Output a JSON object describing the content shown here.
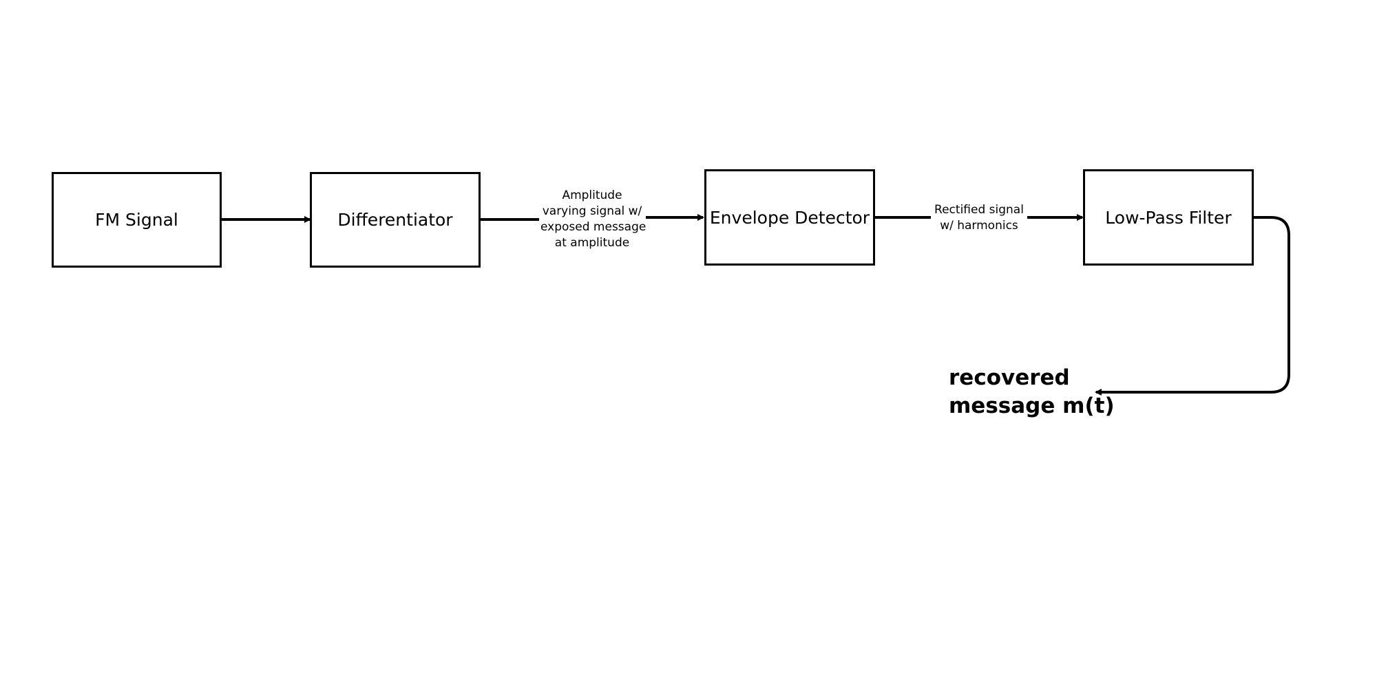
{
  "diagram": {
    "blocks": [
      {
        "id": "fm-signal",
        "label": "FM Signal"
      },
      {
        "id": "differentiator",
        "label": "Differentiator"
      },
      {
        "id": "envelope-detector",
        "label": "Envelope Detector"
      },
      {
        "id": "low-pass-filter",
        "label": "Low-Pass Filter"
      }
    ],
    "edge_labels": {
      "differentiator_to_envelope": [
        "Amplitude",
        "varying signal w/",
        "exposed message",
        "at amplitude"
      ],
      "envelope_to_filter": [
        "Rectified signal",
        "w/ harmonics"
      ]
    },
    "output": {
      "lines": [
        "recovered",
        "message m(t)"
      ]
    },
    "colors": {
      "stroke": "#000000",
      "background": "#ffffff"
    }
  }
}
